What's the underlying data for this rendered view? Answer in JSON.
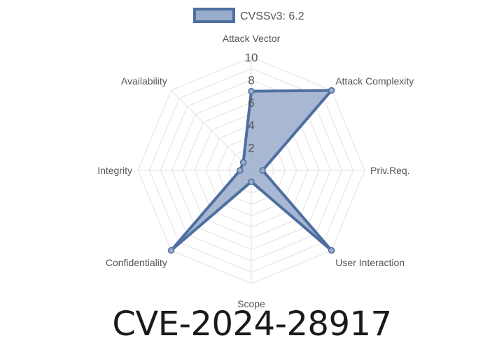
{
  "chart_data": {
    "type": "radar",
    "axes": [
      "Attack Vector",
      "Attack Complexity",
      "Priv.Req.",
      "User Interaction",
      "Scope",
      "Confidentiality",
      "Integrity",
      "Availability"
    ],
    "series": [
      {
        "name": "CVSSv3: 6.2",
        "values": [
          7.0,
          10.0,
          1.0,
          10.0,
          1.0,
          10.0,
          1.0,
          1.0
        ]
      }
    ],
    "rlim": [
      0,
      10
    ],
    "ticks": [
      "2",
      "4",
      "6",
      "8",
      "10"
    ],
    "tick_values": [
      2,
      4,
      6,
      8,
      10
    ],
    "grid": true,
    "legend_position": "top",
    "colors": {
      "fill": "#9aaccb",
      "stroke": "#4e6fa0",
      "grid": "#e2e2e2"
    }
  },
  "caption": "CVE-2024-28917"
}
